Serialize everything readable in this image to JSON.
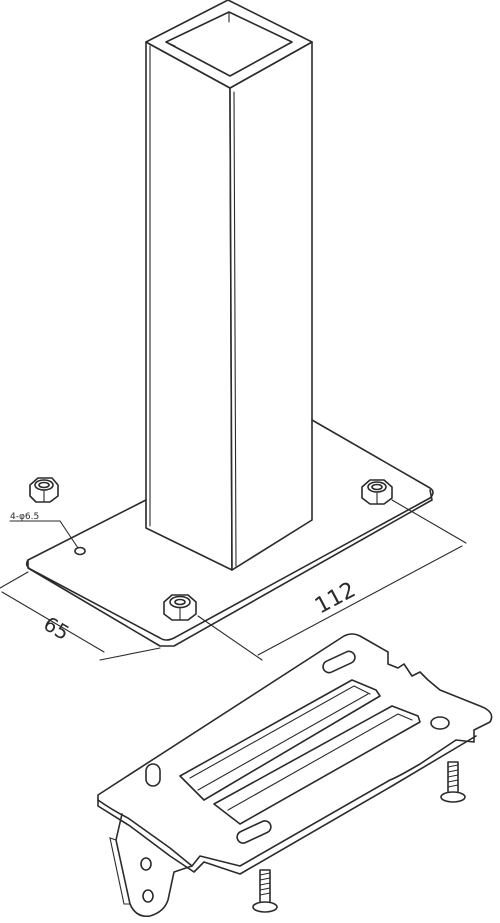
{
  "annotations": {
    "hole_spec": "4-φ6.5",
    "dim_width": "65",
    "dim_length": "112"
  }
}
